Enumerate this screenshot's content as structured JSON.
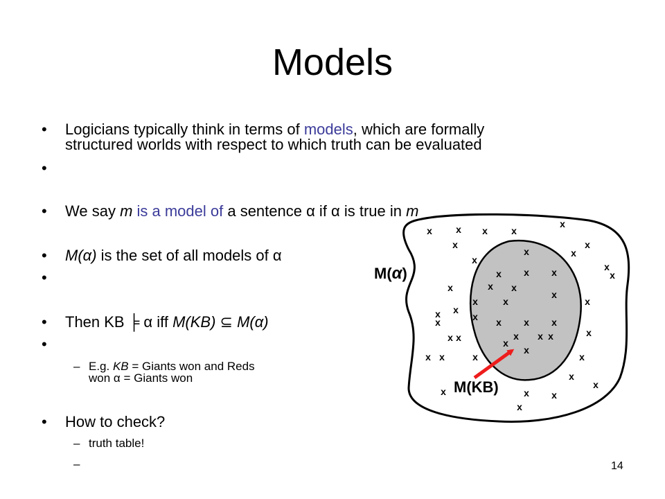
{
  "slide": {
    "title": "Models",
    "bullet1_line1_a": "Logicians typically think in terms of ",
    "bullet1_line1_models": "models",
    "bullet1_line1_b": ", which are formally",
    "bullet1_line2": "structured worlds with respect to which truth can be evaluated",
    "bullet3_a": "We say ",
    "bullet3_m": "m",
    "bullet3_model_of": " is a model of",
    "bullet3_b": " a sentence α if α is true in ",
    "bullet3_m2": "m",
    "bullet4_malpha": "M(α)",
    "bullet4_rest": " is the set of all models of α",
    "bullet6_a": "Then KB ",
    "bullet6_entails": "╞",
    "bullet6_b": " α iff ",
    "bullet6_mkb": "M(KB)",
    "bullet6_subset": " ⊆ ",
    "bullet6_malpha": "M(α)",
    "eg_line1_a": "E.g. ",
    "eg_line1_kb": "KB",
    "eg_line1_b": " = Giants won and Reds",
    "eg_line2": "won α = Giants won",
    "howto": "How to check?",
    "sub1": "truth table!",
    "sub2": "",
    "page_number": "14",
    "bullet_char": "•",
    "dash_char": "–"
  },
  "diagram": {
    "label_malpha": "M(",
    "label_malpha_close": ")",
    "label_mkb": "M(KB)",
    "x_char": "x",
    "colors": {
      "inner_fill": "#c2c2c2",
      "arrow": "#ee1c1c",
      "outline": "#000000"
    }
  }
}
